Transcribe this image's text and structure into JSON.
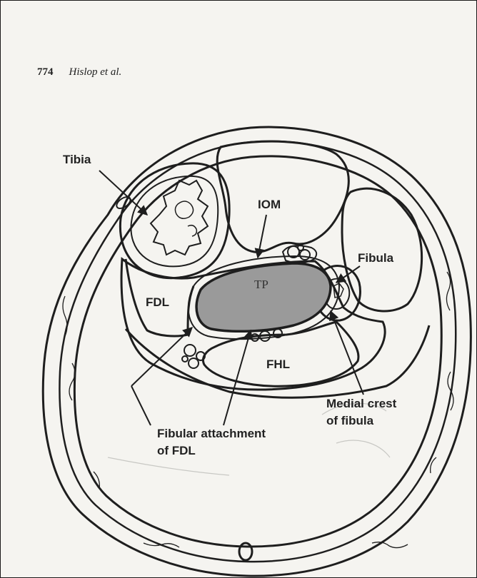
{
  "header": {
    "page_number": "774",
    "authors": "Hislop et al."
  },
  "figure": {
    "labels": {
      "tibia": "Tibia",
      "iom": "IOM",
      "fibula": "Fibula",
      "tp": "TP",
      "fdl": "FDL",
      "fhl": "FHL",
      "medial_crest_line1": "Medial crest",
      "medial_crest_line2": "of fibula",
      "fibular_attachment_line1": "Fibular attachment",
      "fibular_attachment_line2": "of FDL"
    },
    "colors": {
      "ink": "#1e1e1e",
      "tp_fill": "#9a9a9a",
      "paper": "#f5f4f0"
    }
  }
}
